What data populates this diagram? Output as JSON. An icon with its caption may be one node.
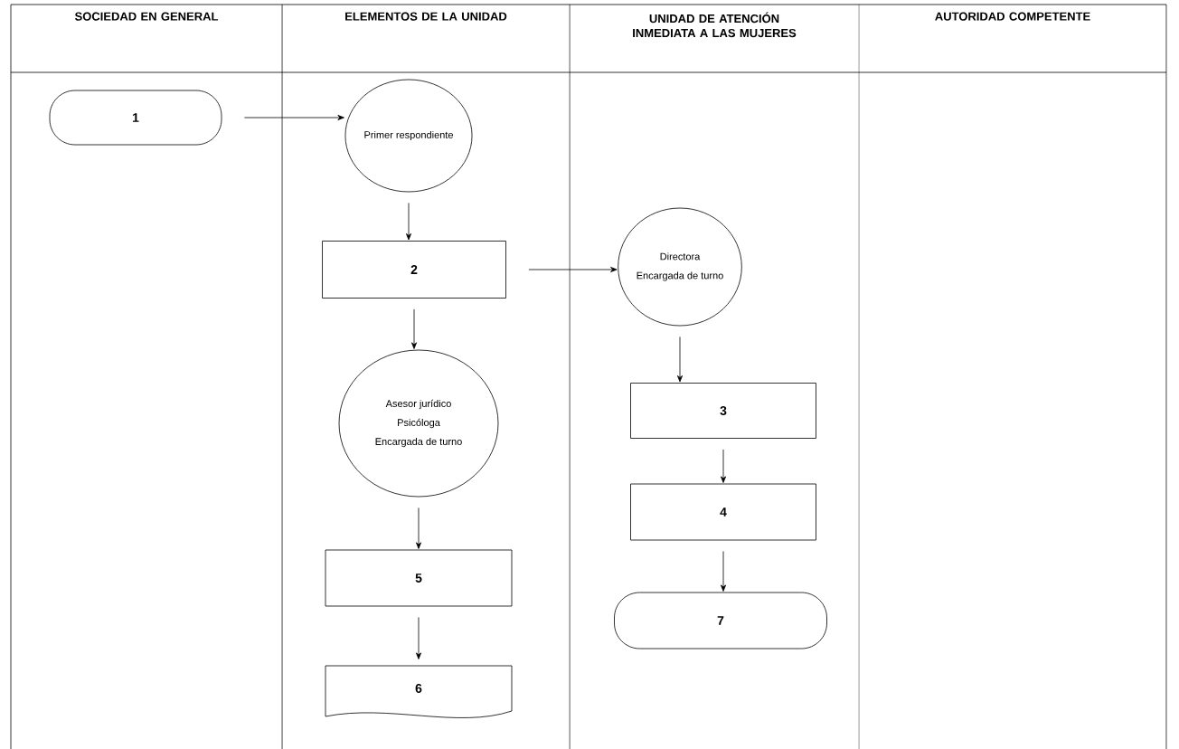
{
  "diagram": {
    "nodes": [
      {
        "text": [
          "1"
        ]
      },
      {
        "text": [
          "Primer respondiente"
        ]
      },
      {
        "text": [
          "2"
        ]
      },
      {
        "text": [
          "Directora",
          "Encargada de turno"
        ]
      },
      {
        "text": [
          "Asesor jurídico",
          "Psicóloga",
          "Encargada de turno"
        ]
      },
      {
        "text": [
          "3"
        ]
      },
      {
        "text": [
          "4"
        ]
      },
      {
        "text": [
          "5"
        ]
      },
      {
        "text": [
          "7"
        ]
      },
      {
        "text": [
          "6"
        ]
      }
    ],
    "edges": [
      {
        "from": 0,
        "to": 1,
        "arrow": "to"
      },
      {
        "from": 1,
        "to": 2,
        "arrow": "to"
      },
      {
        "from": 2,
        "to": 3,
        "arrow": "to"
      },
      {
        "from": 2,
        "to": 4,
        "arrow": "to"
      },
      {
        "from": 3,
        "to": 5,
        "arrow": "to"
      },
      {
        "from": 5,
        "to": 6,
        "arrow": "to"
      },
      {
        "from": 4,
        "to": 7,
        "arrow": "to"
      },
      {
        "from": 6,
        "to": 8,
        "arrow": "to"
      },
      {
        "from": 7,
        "to": 9,
        "arrow": "to"
      }
    ],
    "labels": [
      "SOCIEDAD EN GENERAL",
      "ELEMENTOS DE LA UNIDAD",
      "UNIDAD DE ATENCIÓN INMEDIATA A LAS MUJERES",
      "AUTORIDAD COMPETENTE"
    ]
  }
}
